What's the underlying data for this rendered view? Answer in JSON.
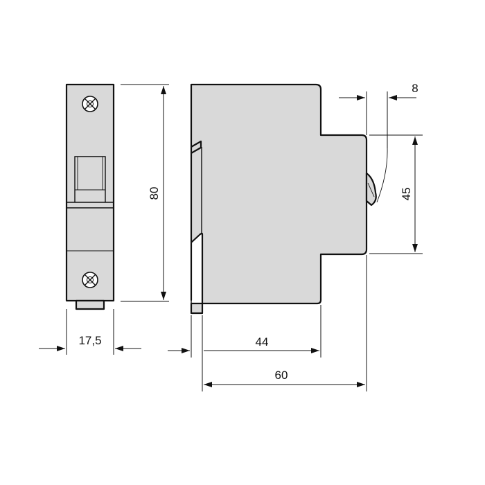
{
  "dimensions": {
    "front_width": "17,5",
    "front_height": "80",
    "side_depth_body": "44",
    "side_depth_total": "60",
    "toggle_offset": "8",
    "toggle_height": "45"
  }
}
